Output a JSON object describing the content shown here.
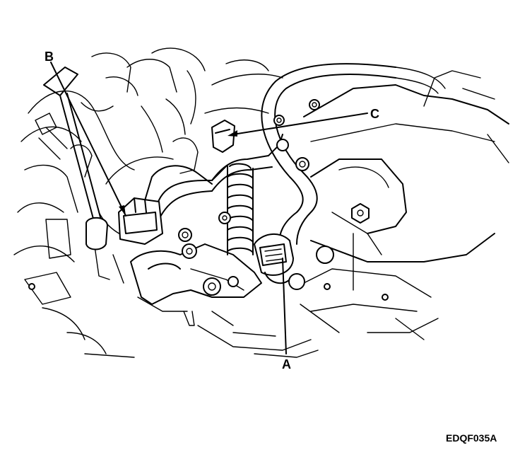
{
  "labels": {
    "a": "A",
    "b": "B",
    "c": "C"
  },
  "figure_code": "EDQF035A"
}
